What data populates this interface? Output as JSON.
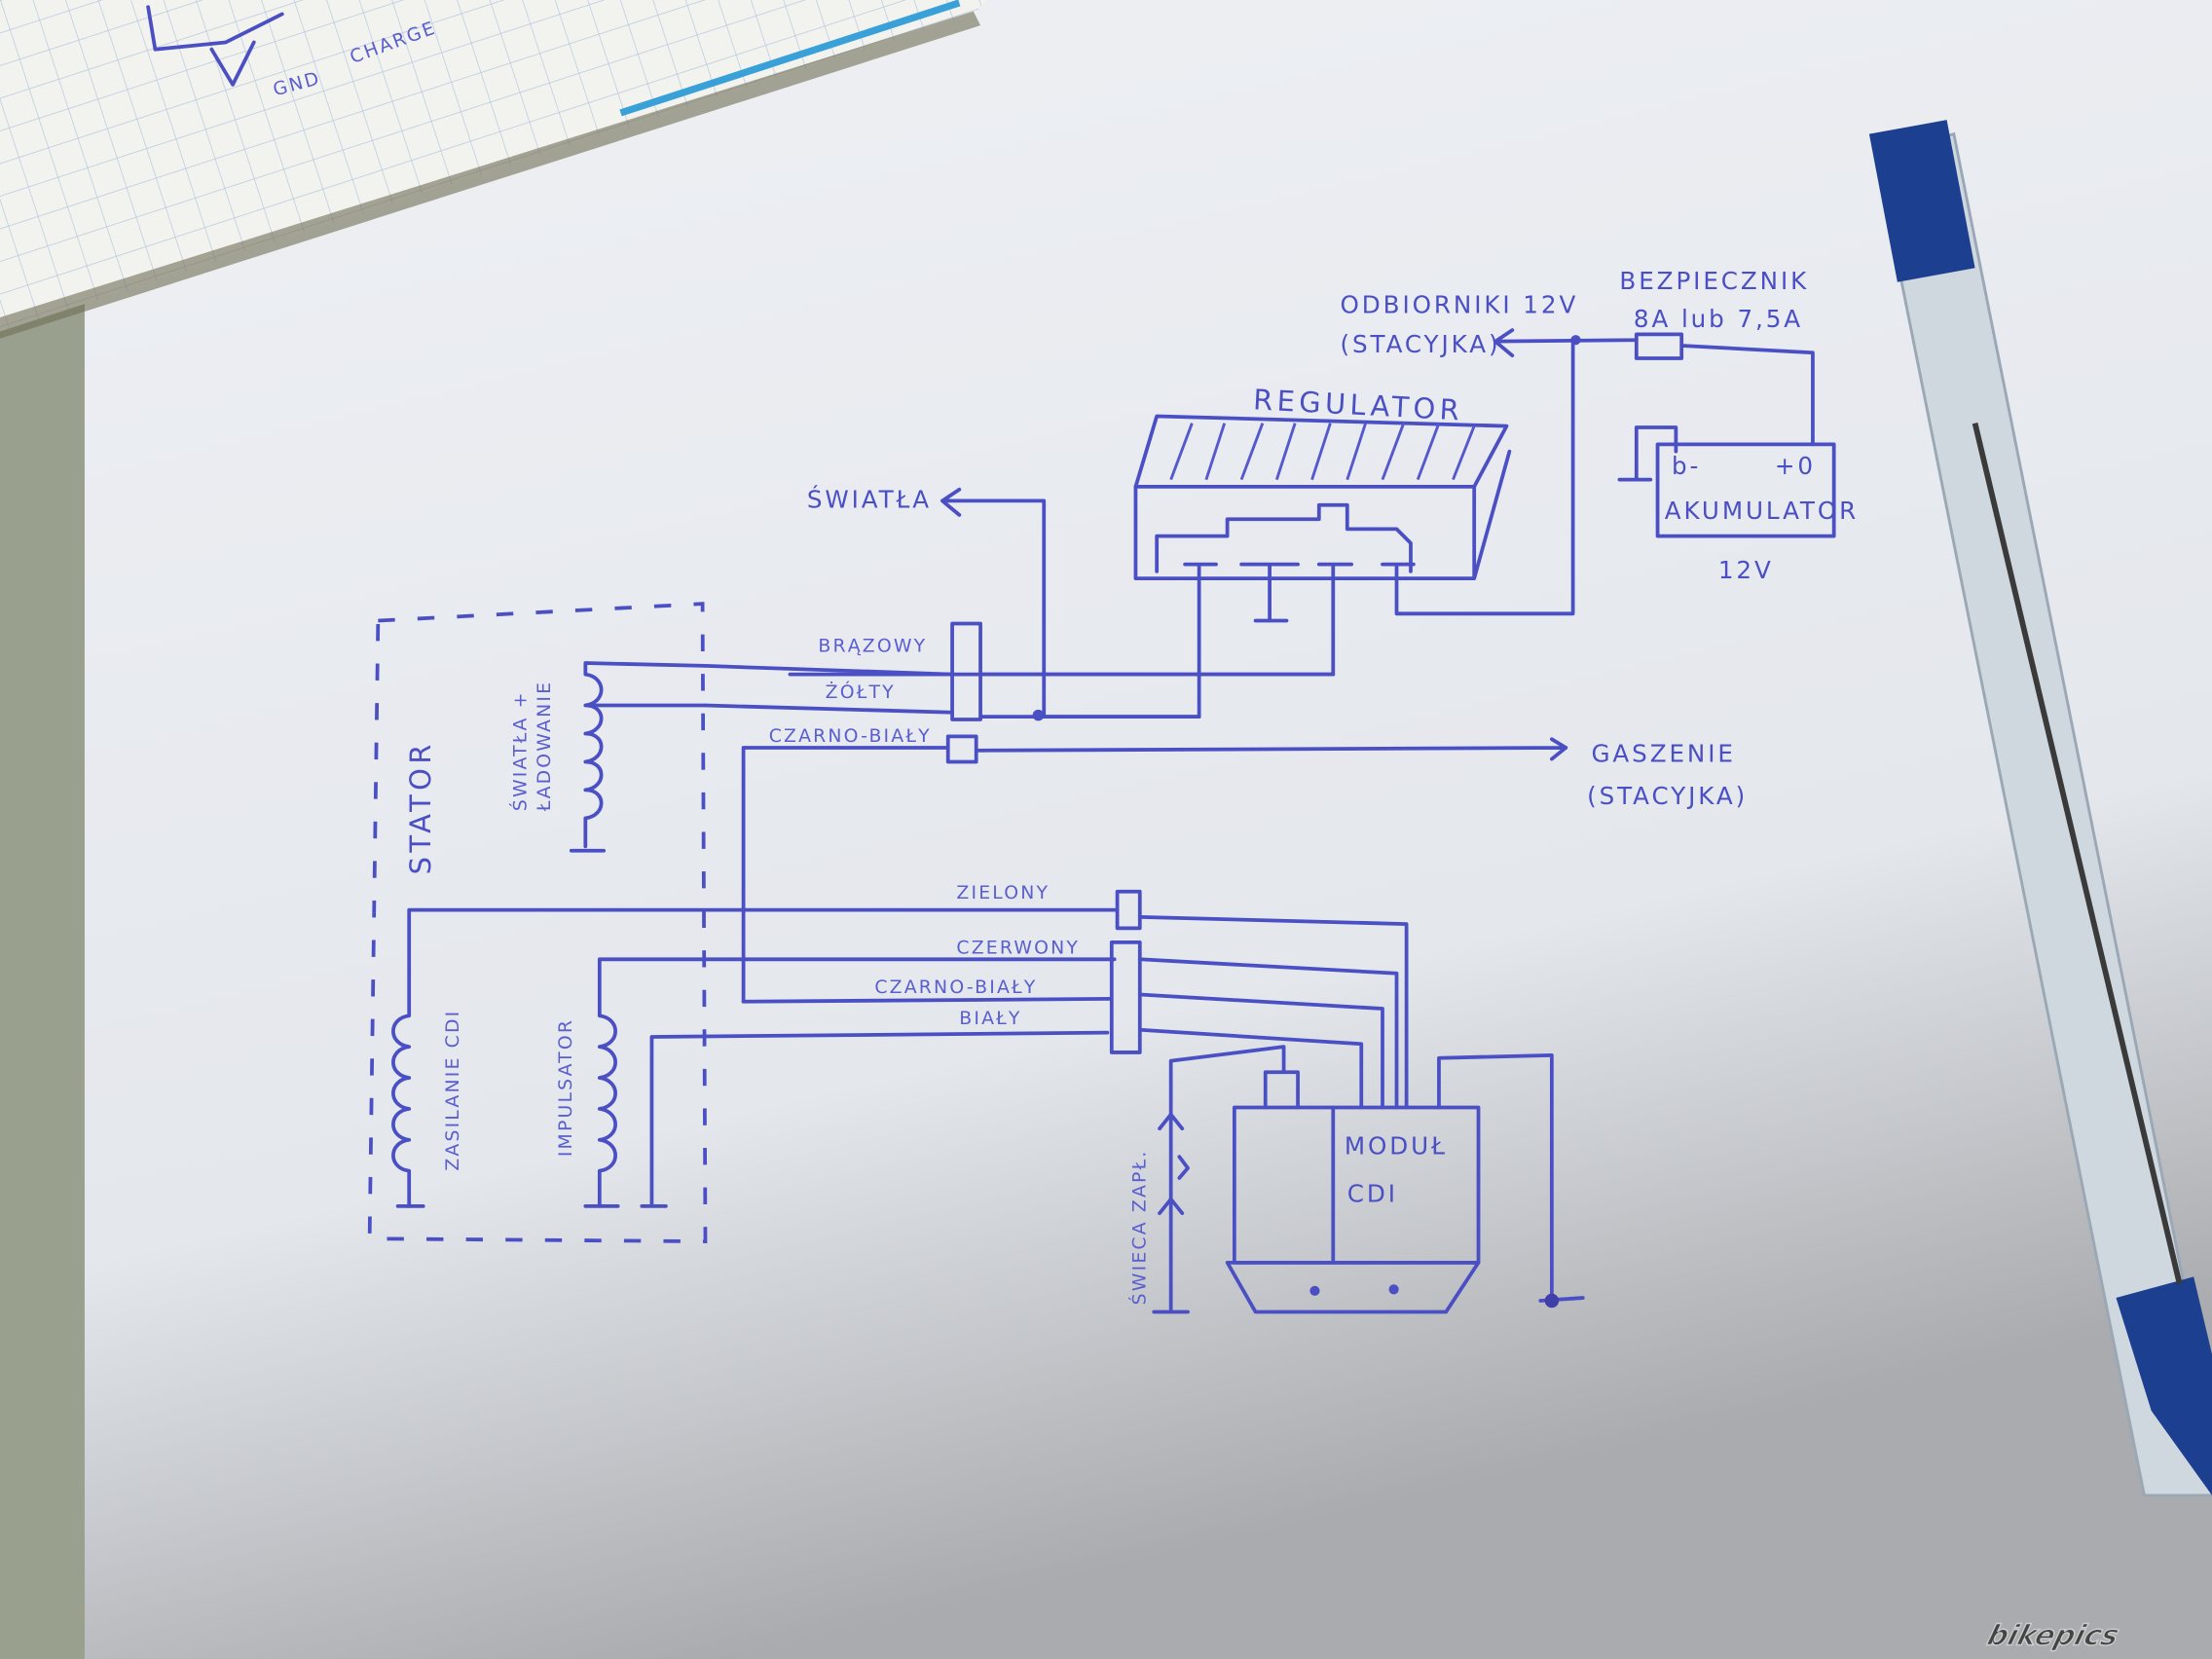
{
  "colors": {
    "ink": "#4b4fc4",
    "paper": "#eceef2",
    "pen_body": "#c9d4de",
    "pen_cap": "#1d3f8f",
    "notebook_edge": "#3aa0d8"
  },
  "notebook": {
    "labels": [
      "GND",
      "CHARGE"
    ]
  },
  "regulator": {
    "title": "REGULATOR"
  },
  "loads": {
    "line1": "ODBIORNIKI 12V",
    "line2": "(STACYJKA)"
  },
  "fuse": {
    "line1": "BEZPIECZNIK",
    "line2": "8A lub 7,5A"
  },
  "battery": {
    "title": "AKUMULATOR",
    "neg": "b-",
    "pos": "+0",
    "voltage": "12V"
  },
  "lights_out": "ŚWIATŁA",
  "stator": {
    "title": "STATOR",
    "coil_lights": {
      "line1": "ŚWIATŁA +",
      "line2": "ŁADOWANIE"
    },
    "coil_cdi": "ZASILANIE CDI",
    "coil_pickup": "IMPULSATOR"
  },
  "wires_top": [
    "BRĄZOWY",
    "ŻÓŁTY",
    "CZARNO-BIAŁY"
  ],
  "kill": {
    "line1": "GASZENIE",
    "line2": "(STACYJKA)"
  },
  "wires_bottom": [
    "ZIELONY",
    "CZERWONY",
    "CZARNO-BIAŁY",
    "BIAŁY"
  ],
  "cdi": {
    "line1": "MODUŁ",
    "line2": "CDI"
  },
  "spark_plug": "ŚWIECA ZAPŁ.",
  "watermark": "bikepics"
}
